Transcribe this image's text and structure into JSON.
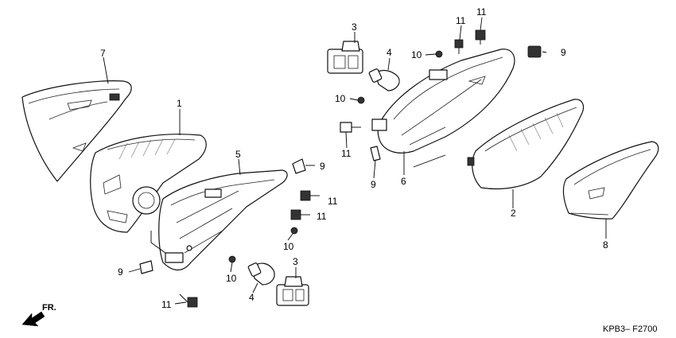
{
  "diagram": {
    "callouts": {
      "p1": "1",
      "p2": "2",
      "p3a": "3",
      "p3b": "3",
      "p4a": "4",
      "p4b": "4",
      "p5": "5",
      "p6": "6",
      "p7": "7",
      "p8": "8",
      "p9a": "9",
      "p9b": "9",
      "p9c": "9",
      "p9d": "9",
      "p10a": "10",
      "p10b": "10",
      "p10c": "10",
      "p10d": "10",
      "p11a": "11",
      "p11b": "11",
      "p11c": "11",
      "p11d": "11",
      "p11e": "11",
      "p11f": "11"
    },
    "direction_label": "FR.",
    "diagram_code": "KPB3– F2700"
  }
}
